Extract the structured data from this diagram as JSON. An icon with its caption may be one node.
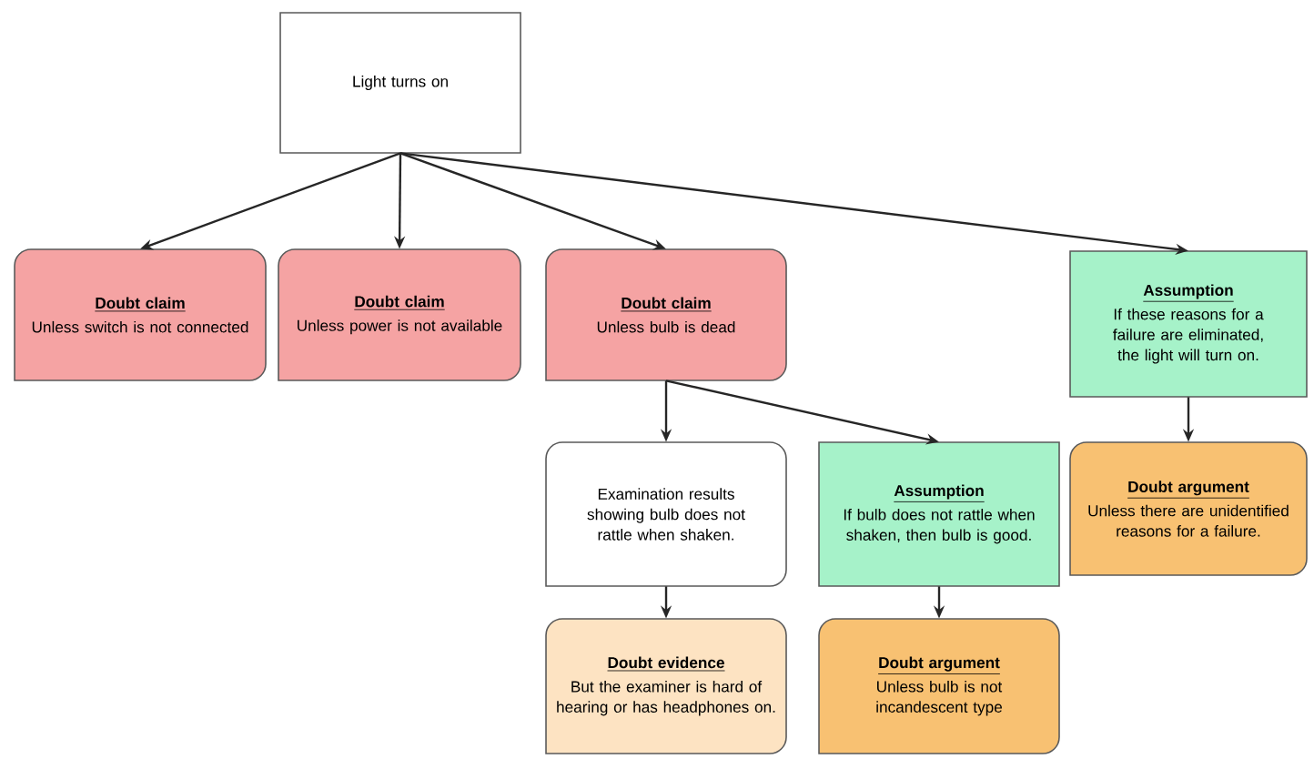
{
  "diagram": {
    "nodes": [
      {
        "text": [
          "Light turns on"
        ]
      },
      {
        "text": [
          "Doubt claim",
          "Unless switch is not connected"
        ]
      },
      {
        "text": [
          "Doubt claim",
          "Unless power is not available"
        ]
      },
      {
        "text": [
          "Doubt claim",
          "Unless bulb is dead"
        ]
      },
      {
        "text": [
          "Assumption",
          "If these reasons for a failure are eliminated, the light will turn on."
        ]
      },
      {
        "text": [
          "Examination results showing bulb does not rattle when shaken."
        ]
      },
      {
        "text": [
          "Assumption",
          "If bulb does not rattle when shaken, then bulb is good."
        ]
      },
      {
        "text": [
          "Doubt evidence",
          "But the examiner is hard of hearing or has headphones on."
        ]
      },
      {
        "text": [
          "Doubt argument",
          "Unless bulb is not incandescent type"
        ]
      },
      {
        "text": [
          "Doubt argument",
          "Unless there are unidentified reasons for a failure."
        ]
      }
    ],
    "edges": [
      {
        "from": 0,
        "to": 1,
        "arrow": "to"
      },
      {
        "from": 0,
        "to": 2,
        "arrow": "to"
      },
      {
        "from": 0,
        "to": 3,
        "arrow": "to"
      },
      {
        "from": 0,
        "to": 4,
        "arrow": "to"
      },
      {
        "from": 3,
        "to": 5,
        "arrow": "to"
      },
      {
        "from": 3,
        "to": 6,
        "arrow": "to"
      },
      {
        "from": 5,
        "to": 7,
        "arrow": "to"
      },
      {
        "from": 6,
        "to": 8,
        "arrow": "to"
      },
      {
        "from": 4,
        "to": 9,
        "arrow": "to"
      }
    ]
  }
}
